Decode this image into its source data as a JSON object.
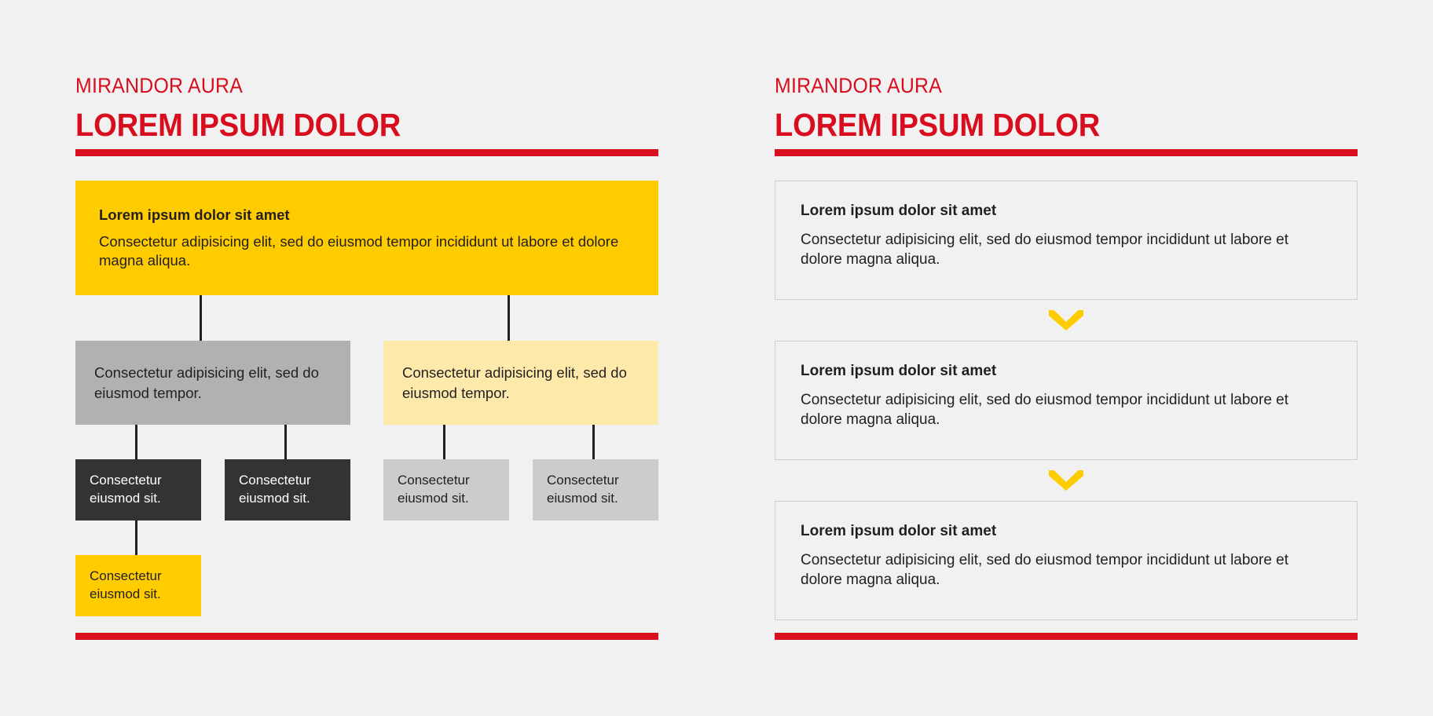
{
  "colors": {
    "background": "#f1f1f1",
    "brand_red": "#d80d1e",
    "accent_yellow": "#ffcc00",
    "accent_yellow_light": "#fdeaab",
    "gray_mid": "#b1b1b1",
    "gray_light": "#cccccc",
    "dark": "#333333",
    "text": "#231f20",
    "card_border": "#cfcfcf"
  },
  "left_panel": {
    "header": {
      "eyebrow": "MIRANDOR AURA",
      "headline": "LOREM IPSUM DOLOR"
    },
    "flow": {
      "root": {
        "title": "Lorem ipsum dolor sit amet",
        "body": "Consectetur adipisicing elit, sed do eiusmod tempor incididunt ut labore et dolore magna aliqua."
      },
      "level2": [
        {
          "body": "Consectetur adipisicing elit, sed do eiusmod tempor."
        },
        {
          "body": "Consectetur adipisicing elit, sed do eiusmod tempor."
        }
      ],
      "level3": [
        {
          "body": "Consectetur eiusmod sit."
        },
        {
          "body": "Consectetur eiusmod sit."
        },
        {
          "body": "Consectetur eiusmod sit."
        },
        {
          "body": "Consectetur eiusmod sit."
        }
      ],
      "level4": [
        {
          "body": "Consectetur eiusmod sit."
        }
      ]
    }
  },
  "right_panel": {
    "header": {
      "eyebrow": "MIRANDOR AURA",
      "headline": "LOREM IPSUM DOLOR"
    },
    "cards": [
      {
        "title": "Lorem ipsum dolor sit amet",
        "body": "Consectetur adipisicing elit, sed do eiusmod tempor incididunt ut labore et dolore magna aliqua."
      },
      {
        "title": "Lorem ipsum dolor sit amet",
        "body": "Consectetur adipisicing elit, sed do eiusmod tempor incididunt ut labore et dolore magna aliqua."
      },
      {
        "title": "Lorem ipsum dolor sit amet",
        "body": "Consectetur adipisicing elit, sed do eiusmod tempor incididunt ut labore et dolore magna aliqua."
      }
    ],
    "separators": [
      {
        "icon": "chevron-down-icon"
      },
      {
        "icon": "chevron-down-icon"
      }
    ]
  }
}
